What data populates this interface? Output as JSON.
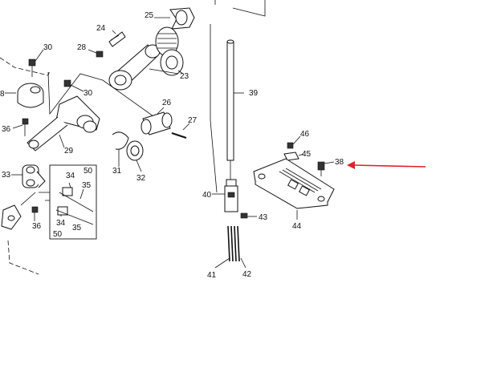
{
  "diagram": {
    "callout_color": "#e0202a",
    "labels": {
      "l23": "23",
      "l24": "24",
      "l25": "25",
      "l26": "26",
      "l27": "27",
      "l28": "28",
      "l29": "29",
      "l30a": "30",
      "l30b": "30",
      "l31": "31",
      "l32": "32",
      "l33": "33",
      "l34a": "34",
      "l34b": "34",
      "l35a": "35",
      "l35b": "35",
      "l36a": "36",
      "l36b": "36",
      "l38": "38",
      "l39": "39",
      "l40": "40",
      "l41": "41",
      "l42": "42",
      "l43": "43",
      "l44": "44",
      "l45": "45",
      "l46": "46",
      "l50a": "50",
      "l50b": "50",
      "l8": "8"
    }
  }
}
